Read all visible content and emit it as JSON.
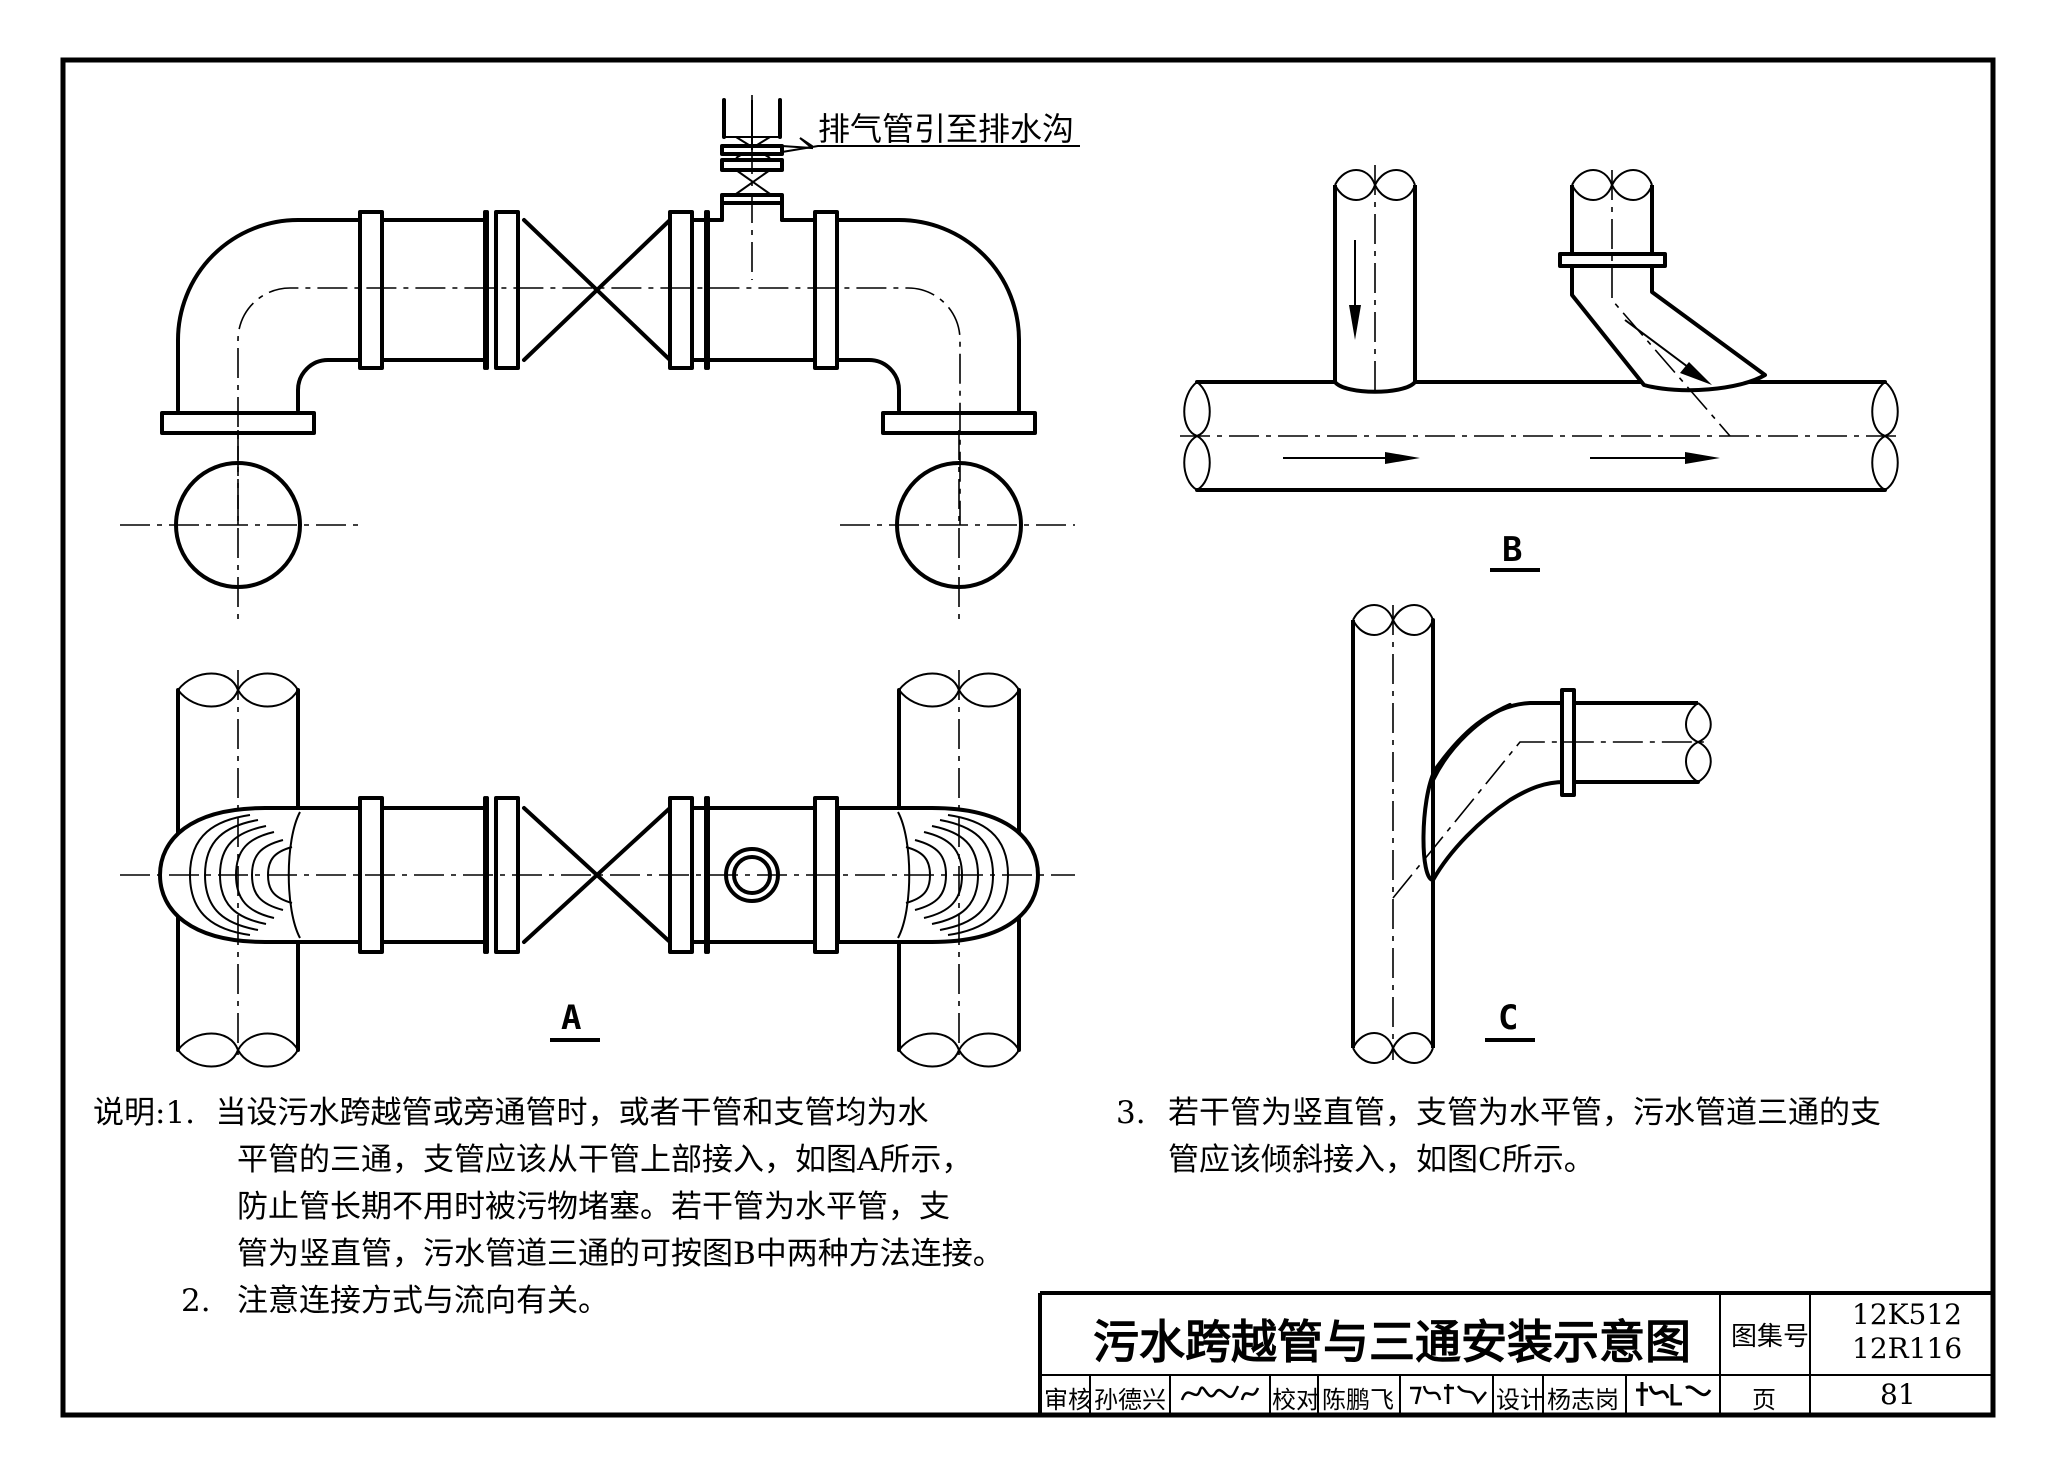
{
  "callout": {
    "vent": "排气管引至排水沟"
  },
  "figures": {
    "a": "A",
    "b": "B",
    "c": "C"
  },
  "notes": {
    "heading": "说明:",
    "n1_num": "1.",
    "n1_lines": [
      "当设污水跨越管或旁通管时，或者干管和支管均为水",
      "平管的三通，支管应该从干管上部接入，如图A所示，",
      "防止管长期不用时被污物堵塞。若干管为水平管，支",
      "管为竖直管，污水管道三通的可按图B中两种方法连接。"
    ],
    "n2_num": "2.",
    "n2_text": "注意连接方式与流向有关。",
    "n3_num": "3.",
    "n3_lines": [
      "若干管为竖直管，支管为水平管，污水管道三通的支",
      "管应该倾斜接入，如图C所示。"
    ]
  },
  "title_block": {
    "title": "污水跨越管与三通安装示意图",
    "atlas_label": "图集号",
    "atlas_no_1": "12K512",
    "atlas_no_2": "12R116",
    "review_label": "审核",
    "reviewer": "孙德兴",
    "check_label": "校对",
    "checker": "陈鹏飞",
    "design_label": "设计",
    "designer": "杨志岗",
    "page_label": "页",
    "page_no": "81"
  }
}
